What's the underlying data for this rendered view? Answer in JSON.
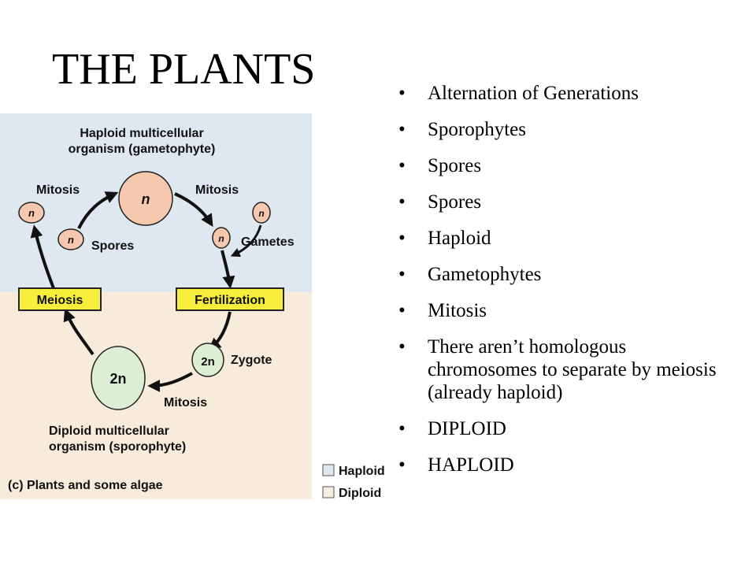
{
  "slide": {
    "title": "THE PLANTS",
    "bullets": [
      "Alternation of Generations",
      "Sporophytes",
      "Spores",
      "Spores",
      "Haploid",
      "Gametophytes",
      "Mitosis",
      "There aren’t homologous chromosomes to separate by meiosis (already haploid)",
      "DIPLOID",
      "HAPLOID"
    ]
  },
  "diagram": {
    "haploid_org_line1": "Haploid multicellular",
    "haploid_org_line2": "organism (gametophyte)",
    "n": "n",
    "two_n": "2n",
    "mitosis": "Mitosis",
    "spores": "Spores",
    "gametes": "Gametes",
    "meiosis": "Meiosis",
    "fertilization": "Fertilization",
    "zygote": "Zygote",
    "diploid_org_line1": "Diploid multicellular",
    "diploid_org_line2": "organism (sporophyte)",
    "caption": "(c) Plants and some algae",
    "colors": {
      "haploid_bg": "#dfe8f0",
      "diploid_bg": "#f7ecdb",
      "box_fill": "#f6ee3a",
      "n_cell": "#f6c8ae",
      "two_n_cell": "#dcefd5"
    }
  },
  "legend": {
    "haploid": "Haploid",
    "diploid": "Diploid"
  }
}
